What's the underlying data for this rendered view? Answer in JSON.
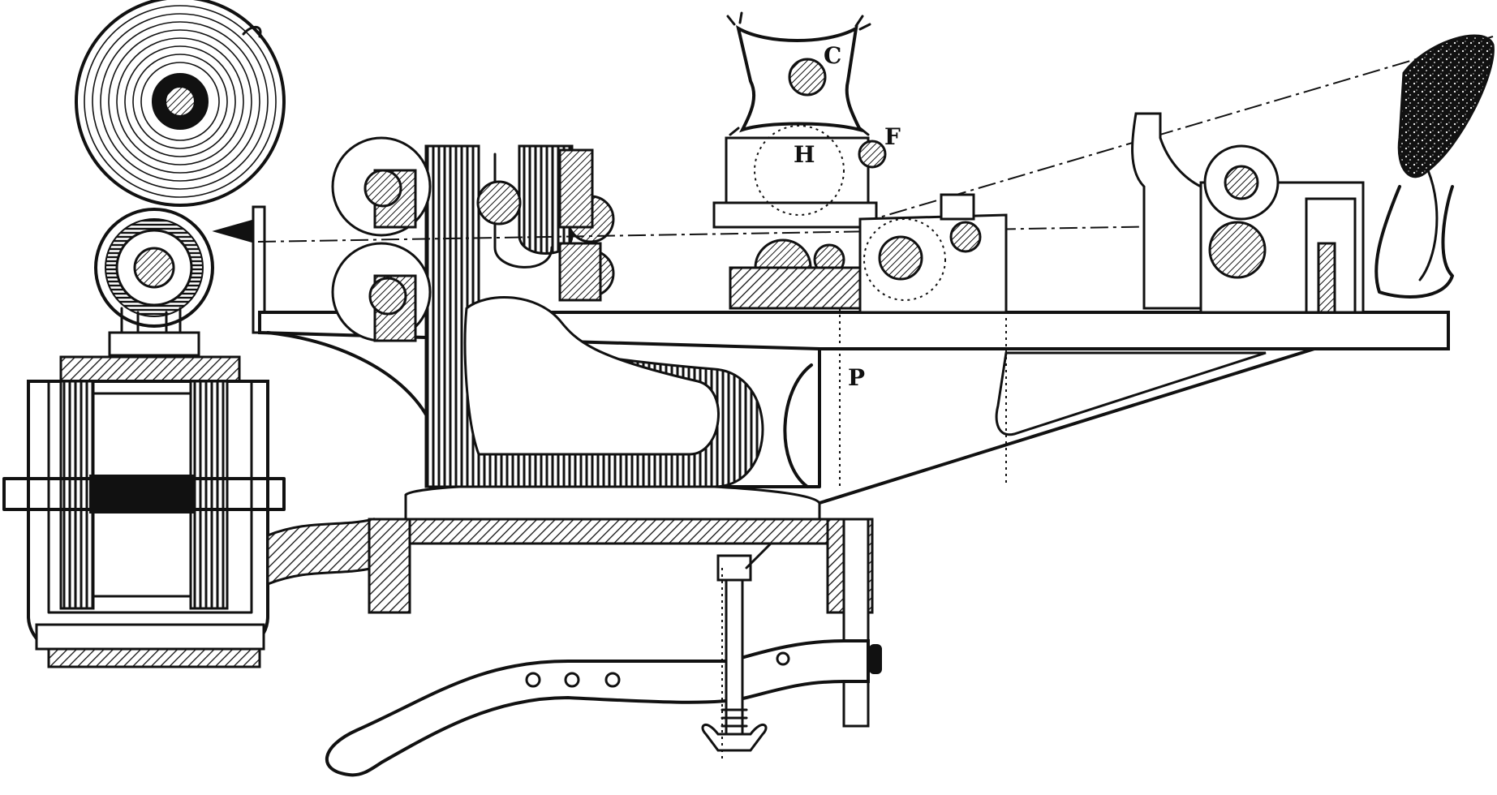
{
  "figure": {
    "labels": {
      "c": "C",
      "f": "F",
      "h": "H",
      "p": "P"
    }
  }
}
